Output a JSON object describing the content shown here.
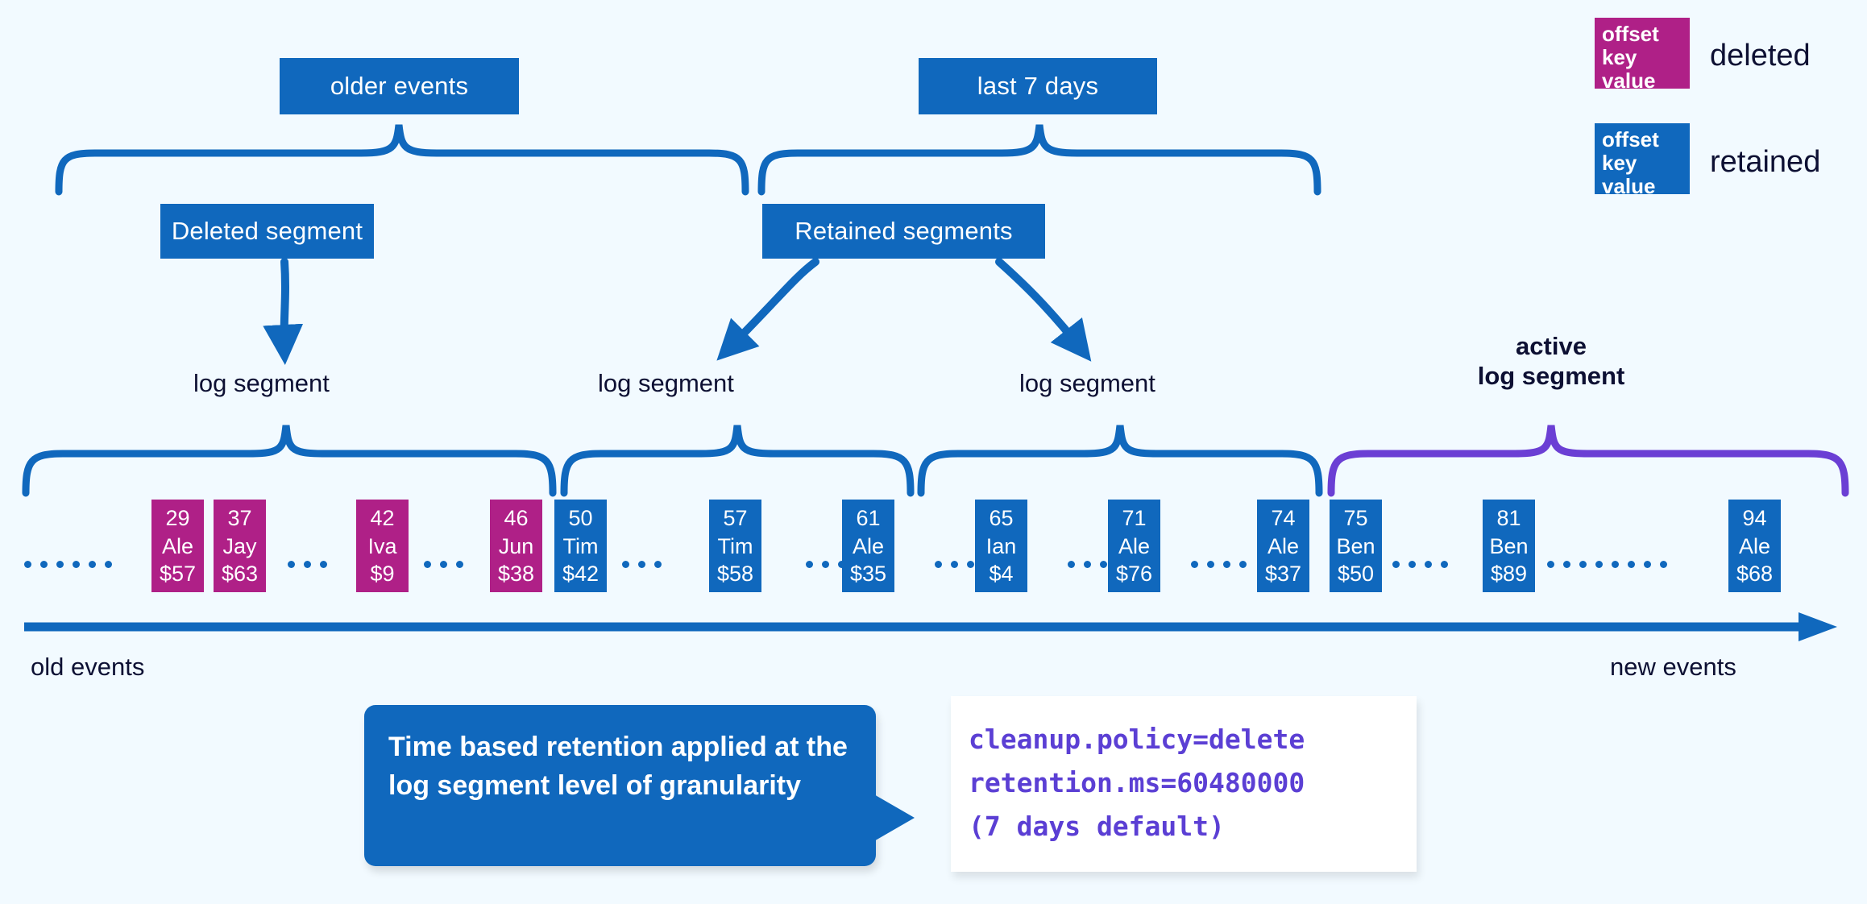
{
  "colors": {
    "background": "#f2faff",
    "blue": "#1068bd",
    "magenta": "#af2087",
    "purple": "#6b3fd4",
    "ink": "#0d1033",
    "code": "#5b3fd4"
  },
  "top_brackets": [
    {
      "label": "older events"
    },
    {
      "label": "last 7 days"
    }
  ],
  "segment_boxes": [
    {
      "label": "Deleted segment"
    },
    {
      "label": "Retained segments"
    }
  ],
  "segment_labels": [
    {
      "label": "log segment"
    },
    {
      "label": "log segment"
    },
    {
      "label": "log segment"
    }
  ],
  "active_segment_label": {
    "line1": "active",
    "line2": "log segment"
  },
  "axis": {
    "left_label": "old events",
    "right_label": "new events"
  },
  "records": [
    {
      "offset": "29",
      "key": "Ale",
      "value": "$57",
      "state": "deleted"
    },
    {
      "offset": "37",
      "key": "Jay",
      "value": "$63",
      "state": "deleted"
    },
    {
      "offset": "42",
      "key": "Iva",
      "value": "$9",
      "state": "deleted"
    },
    {
      "offset": "46",
      "key": "Jun",
      "value": "$38",
      "state": "deleted"
    },
    {
      "offset": "50",
      "key": "Tim",
      "value": "$42",
      "state": "retained"
    },
    {
      "offset": "57",
      "key": "Tim",
      "value": "$58",
      "state": "retained"
    },
    {
      "offset": "61",
      "key": "Ale",
      "value": "$35",
      "state": "retained"
    },
    {
      "offset": "65",
      "key": "Ian",
      "value": "$4",
      "state": "retained"
    },
    {
      "offset": "71",
      "key": "Ale",
      "value": "$76",
      "state": "retained"
    },
    {
      "offset": "74",
      "key": "Ale",
      "value": "$37",
      "state": "retained"
    },
    {
      "offset": "75",
      "key": "Ben",
      "value": "$50",
      "state": "retained"
    },
    {
      "offset": "81",
      "key": "Ben",
      "value": "$89",
      "state": "retained"
    },
    {
      "offset": "94",
      "key": "Ale",
      "value": "$68",
      "state": "retained"
    }
  ],
  "legend": [
    {
      "line1": "offset",
      "line2": "key",
      "line3": "value",
      "caption": "deleted",
      "state": "deleted"
    },
    {
      "line1": "offset",
      "line2": "key",
      "line3": "value",
      "caption": "retained",
      "state": "retained"
    }
  ],
  "callout": {
    "text": "Time based retention applied at the log segment level of granularity"
  },
  "code": {
    "line1": "cleanup.policy=delete",
    "line2": "retention.ms=60480000",
    "line3": "(7 days default)"
  }
}
